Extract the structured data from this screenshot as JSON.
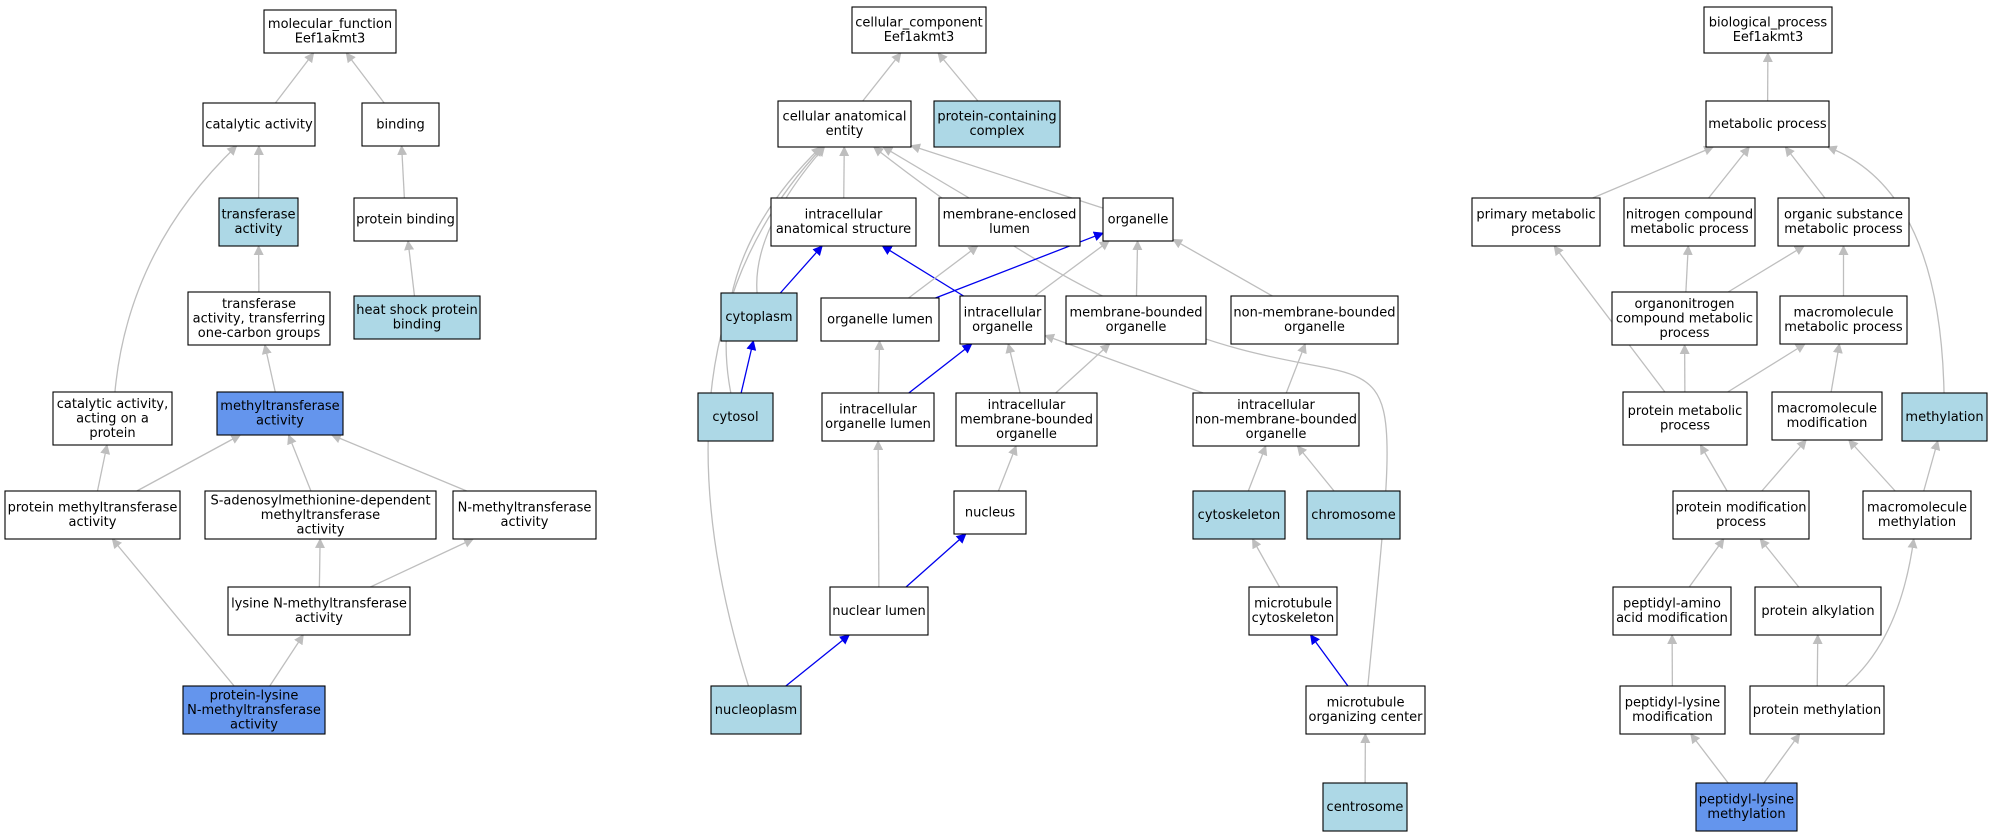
{
  "palette": {
    "default": "#ffffff",
    "light": "#add8e6",
    "strong": "#6495ed",
    "edge_gray": "#bebebe",
    "edge_blue": "#0000ee"
  },
  "nodes": [
    {
      "id": "mf",
      "lines": [
        "molecular_function",
        "Eef1akmt3"
      ],
      "fill": "default"
    },
    {
      "id": "cat",
      "lines": [
        "catalytic activity"
      ],
      "fill": "default"
    },
    {
      "id": "bind",
      "lines": [
        "binding"
      ],
      "fill": "default"
    },
    {
      "id": "trans",
      "lines": [
        "transferase",
        "activity"
      ],
      "fill": "light"
    },
    {
      "id": "pbind",
      "lines": [
        "protein binding"
      ],
      "fill": "default"
    },
    {
      "id": "trans1c",
      "lines": [
        "transferase",
        "activity, transferring",
        "one-carbon groups"
      ],
      "fill": "default"
    },
    {
      "id": "hsp",
      "lines": [
        "heat shock protein",
        "binding"
      ],
      "fill": "light"
    },
    {
      "id": "catprot",
      "lines": [
        "catalytic activity,",
        "acting on a",
        "protein"
      ],
      "fill": "default"
    },
    {
      "id": "mtase",
      "lines": [
        "methyltransferase",
        "activity"
      ],
      "fill": "strong"
    },
    {
      "id": "pmtase",
      "lines": [
        "protein methyltransferase",
        "activity"
      ],
      "fill": "default"
    },
    {
      "id": "sam",
      "lines": [
        "S-adenosylmethionine-dependent",
        "methyltransferase",
        "activity"
      ],
      "fill": "default"
    },
    {
      "id": "nmt",
      "lines": [
        "N-methyltransferase",
        "activity"
      ],
      "fill": "default"
    },
    {
      "id": "lysnmt",
      "lines": [
        "lysine N-methyltransferase",
        "activity"
      ],
      "fill": "default"
    },
    {
      "id": "plnmt",
      "lines": [
        "protein-lysine",
        "N-methyltransferase",
        "activity"
      ],
      "fill": "strong"
    },
    {
      "id": "cc",
      "lines": [
        "cellular_component",
        "Eef1akmt3"
      ],
      "fill": "default"
    },
    {
      "id": "cae",
      "lines": [
        "cellular anatomical",
        "entity"
      ],
      "fill": "default"
    },
    {
      "id": "pcc",
      "lines": [
        "protein-containing",
        "complex"
      ],
      "fill": "light"
    },
    {
      "id": "ias",
      "lines": [
        "intracellular",
        "anatomical structure"
      ],
      "fill": "default"
    },
    {
      "id": "mel",
      "lines": [
        "membrane-enclosed",
        "lumen"
      ],
      "fill": "default"
    },
    {
      "id": "org",
      "lines": [
        "organelle"
      ],
      "fill": "default"
    },
    {
      "id": "cyto",
      "lines": [
        "cytoplasm"
      ],
      "fill": "light"
    },
    {
      "id": "orglum",
      "lines": [
        "organelle lumen"
      ],
      "fill": "default"
    },
    {
      "id": "iorg",
      "lines": [
        "intracellular",
        "organelle"
      ],
      "fill": "default"
    },
    {
      "id": "mborg",
      "lines": [
        "membrane-bounded",
        "organelle"
      ],
      "fill": "default"
    },
    {
      "id": "nmborg",
      "lines": [
        "non-membrane-bounded",
        "organelle"
      ],
      "fill": "default"
    },
    {
      "id": "cytosol",
      "lines": [
        "cytosol"
      ],
      "fill": "light"
    },
    {
      "id": "iolum",
      "lines": [
        "intracellular",
        "organelle lumen"
      ],
      "fill": "default"
    },
    {
      "id": "imborg",
      "lines": [
        "intracellular",
        "membrane-bounded",
        "organelle"
      ],
      "fill": "default"
    },
    {
      "id": "inmborg",
      "lines": [
        "intracellular",
        "non-membrane-bounded",
        "organelle"
      ],
      "fill": "default"
    },
    {
      "id": "nucleus",
      "lines": [
        "nucleus"
      ],
      "fill": "default"
    },
    {
      "id": "cytosk",
      "lines": [
        "cytoskeleton"
      ],
      "fill": "light"
    },
    {
      "id": "chrom",
      "lines": [
        "chromosome"
      ],
      "fill": "light"
    },
    {
      "id": "nuclum",
      "lines": [
        "nuclear lumen"
      ],
      "fill": "default"
    },
    {
      "id": "mtcsk",
      "lines": [
        "microtubule",
        "cytoskeleton"
      ],
      "fill": "default"
    },
    {
      "id": "nucleo",
      "lines": [
        "nucleoplasm"
      ],
      "fill": "light"
    },
    {
      "id": "mtoc",
      "lines": [
        "microtubule",
        "organizing center"
      ],
      "fill": "default"
    },
    {
      "id": "centro",
      "lines": [
        "centrosome"
      ],
      "fill": "light"
    },
    {
      "id": "bp",
      "lines": [
        "biological_process",
        "Eef1akmt3"
      ],
      "fill": "default"
    },
    {
      "id": "metab",
      "lines": [
        "metabolic process"
      ],
      "fill": "default"
    },
    {
      "id": "pmp",
      "lines": [
        "primary metabolic",
        "process"
      ],
      "fill": "default"
    },
    {
      "id": "ncmp",
      "lines": [
        "nitrogen compound",
        "metabolic process"
      ],
      "fill": "default"
    },
    {
      "id": "osmp",
      "lines": [
        "organic substance",
        "metabolic process"
      ],
      "fill": "default"
    },
    {
      "id": "oncmp",
      "lines": [
        "organonitrogen",
        "compound metabolic",
        "process"
      ],
      "fill": "default"
    },
    {
      "id": "mmp",
      "lines": [
        "macromolecule",
        "metabolic process"
      ],
      "fill": "default"
    },
    {
      "id": "protmp",
      "lines": [
        "protein metabolic",
        "process"
      ],
      "fill": "default"
    },
    {
      "id": "mmod",
      "lines": [
        "macromolecule",
        "modification"
      ],
      "fill": "default"
    },
    {
      "id": "methyl",
      "lines": [
        "methylation"
      ],
      "fill": "light"
    },
    {
      "id": "pmodp",
      "lines": [
        "protein modification",
        "process"
      ],
      "fill": "default"
    },
    {
      "id": "mmeth",
      "lines": [
        "macromolecule",
        "methylation"
      ],
      "fill": "default"
    },
    {
      "id": "paam",
      "lines": [
        "peptidyl-amino",
        "acid modification"
      ],
      "fill": "default"
    },
    {
      "id": "palk",
      "lines": [
        "protein alkylation"
      ],
      "fill": "default"
    },
    {
      "id": "plm",
      "lines": [
        "peptidyl-lysine",
        "modification"
      ],
      "fill": "default"
    },
    {
      "id": "pmeth",
      "lines": [
        "protein methylation"
      ],
      "fill": "default"
    },
    {
      "id": "plmeth",
      "lines": [
        "peptidyl-lysine",
        "methylation"
      ],
      "fill": "strong"
    }
  ],
  "edges": [
    {
      "from": "cat",
      "to": "mf",
      "color": "gray"
    },
    {
      "from": "bind",
      "to": "mf",
      "color": "gray"
    },
    {
      "from": "trans",
      "to": "cat",
      "color": "gray"
    },
    {
      "from": "catprot",
      "to": "cat",
      "color": "gray"
    },
    {
      "from": "pbind",
      "to": "bind",
      "color": "gray"
    },
    {
      "from": "trans1c",
      "to": "trans",
      "color": "gray"
    },
    {
      "from": "hsp",
      "to": "pbind",
      "color": "gray"
    },
    {
      "from": "mtase",
      "to": "trans1c",
      "color": "gray"
    },
    {
      "from": "pmtase",
      "to": "catprot",
      "color": "gray"
    },
    {
      "from": "pmtase",
      "to": "mtase",
      "color": "gray"
    },
    {
      "from": "sam",
      "to": "mtase",
      "color": "gray"
    },
    {
      "from": "nmt",
      "to": "mtase",
      "color": "gray"
    },
    {
      "from": "lysnmt",
      "to": "sam",
      "color": "gray"
    },
    {
      "from": "lysnmt",
      "to": "nmt",
      "color": "gray"
    },
    {
      "from": "plnmt",
      "to": "lysnmt",
      "color": "gray"
    },
    {
      "from": "plnmt",
      "to": "pmtase",
      "color": "gray"
    },
    {
      "from": "cae",
      "to": "cc",
      "color": "gray"
    },
    {
      "from": "pcc",
      "to": "cc",
      "color": "gray"
    },
    {
      "from": "ias",
      "to": "cae",
      "color": "gray"
    },
    {
      "from": "mel",
      "to": "cae",
      "color": "gray"
    },
    {
      "from": "org",
      "to": "cae",
      "color": "gray"
    },
    {
      "from": "cyto",
      "to": "cae",
      "color": "gray"
    },
    {
      "from": "cytosol",
      "to": "cae",
      "color": "gray"
    },
    {
      "from": "nucleo",
      "to": "cae",
      "color": "gray"
    },
    {
      "from": "mtoc",
      "to": "cae",
      "color": "gray"
    },
    {
      "from": "cyto",
      "to": "ias",
      "color": "blue"
    },
    {
      "from": "iorg",
      "to": "ias",
      "color": "blue"
    },
    {
      "from": "orglum",
      "to": "mel",
      "color": "gray"
    },
    {
      "from": "orglum",
      "to": "org",
      "color": "blue"
    },
    {
      "from": "iorg",
      "to": "org",
      "color": "gray"
    },
    {
      "from": "mborg",
      "to": "org",
      "color": "gray"
    },
    {
      "from": "nmborg",
      "to": "org",
      "color": "gray"
    },
    {
      "from": "cytosol",
      "to": "cyto",
      "color": "blue"
    },
    {
      "from": "iolum",
      "to": "orglum",
      "color": "gray"
    },
    {
      "from": "iolum",
      "to": "iorg",
      "color": "blue"
    },
    {
      "from": "imborg",
      "to": "iorg",
      "color": "gray"
    },
    {
      "from": "inmborg",
      "to": "iorg",
      "color": "gray"
    },
    {
      "from": "imborg",
      "to": "mborg",
      "color": "gray"
    },
    {
      "from": "inmborg",
      "to": "nmborg",
      "color": "gray"
    },
    {
      "from": "nucleus",
      "to": "imborg",
      "color": "gray"
    },
    {
      "from": "cytosk",
      "to": "inmborg",
      "color": "gray"
    },
    {
      "from": "chrom",
      "to": "inmborg",
      "color": "gray"
    },
    {
      "from": "nuclum",
      "to": "iolum",
      "color": "gray"
    },
    {
      "from": "nuclum",
      "to": "nucleus",
      "color": "blue"
    },
    {
      "from": "mtcsk",
      "to": "cytosk",
      "color": "gray"
    },
    {
      "from": "nucleo",
      "to": "nuclum",
      "color": "blue"
    },
    {
      "from": "mtoc",
      "to": "mtcsk",
      "color": "blue"
    },
    {
      "from": "centro",
      "to": "mtoc",
      "color": "gray"
    },
    {
      "from": "metab",
      "to": "bp",
      "color": "gray"
    },
    {
      "from": "pmp",
      "to": "metab",
      "color": "gray"
    },
    {
      "from": "ncmp",
      "to": "metab",
      "color": "gray"
    },
    {
      "from": "osmp",
      "to": "metab",
      "color": "gray"
    },
    {
      "from": "methyl",
      "to": "metab",
      "color": "gray"
    },
    {
      "from": "oncmp",
      "to": "ncmp",
      "color": "gray"
    },
    {
      "from": "oncmp",
      "to": "osmp",
      "color": "gray"
    },
    {
      "from": "mmp",
      "to": "osmp",
      "color": "gray"
    },
    {
      "from": "protmp",
      "to": "pmp",
      "color": "gray"
    },
    {
      "from": "protmp",
      "to": "oncmp",
      "color": "gray"
    },
    {
      "from": "protmp",
      "to": "mmp",
      "color": "gray"
    },
    {
      "from": "mmod",
      "to": "mmp",
      "color": "gray"
    },
    {
      "from": "pmodp",
      "to": "protmp",
      "color": "gray"
    },
    {
      "from": "pmodp",
      "to": "mmod",
      "color": "gray"
    },
    {
      "from": "mmeth",
      "to": "mmod",
      "color": "gray"
    },
    {
      "from": "mmeth",
      "to": "methyl",
      "color": "gray"
    },
    {
      "from": "paam",
      "to": "pmodp",
      "color": "gray"
    },
    {
      "from": "palk",
      "to": "pmodp",
      "color": "gray"
    },
    {
      "from": "plm",
      "to": "paam",
      "color": "gray"
    },
    {
      "from": "pmeth",
      "to": "palk",
      "color": "gray"
    },
    {
      "from": "pmeth",
      "to": "mmeth",
      "color": "gray"
    },
    {
      "from": "plmeth",
      "to": "plm",
      "color": "gray"
    },
    {
      "from": "plmeth",
      "to": "pmeth",
      "color": "gray"
    }
  ]
}
